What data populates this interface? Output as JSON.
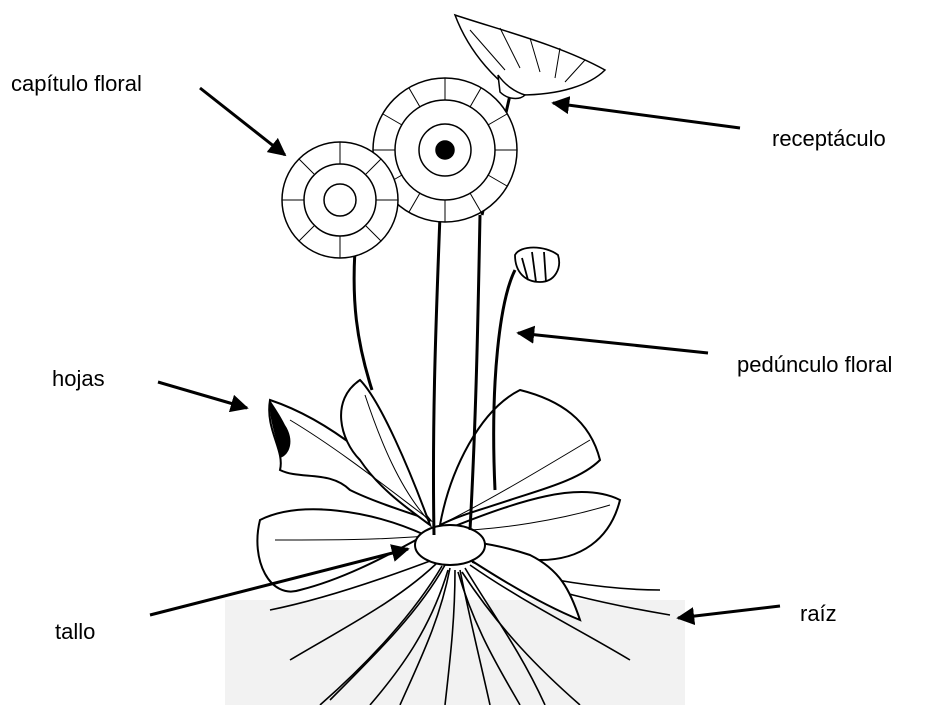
{
  "labels": {
    "capitulo": "capítulo floral",
    "receptaculo": "receptáculo",
    "hojas": "hojas",
    "pedunculo": "pedúnculo floral",
    "tallo": "tallo",
    "raiz": "raíz"
  },
  "colors": {
    "ink": "#000000",
    "paper": "#ffffff",
    "ground": "#f2f2f2"
  }
}
